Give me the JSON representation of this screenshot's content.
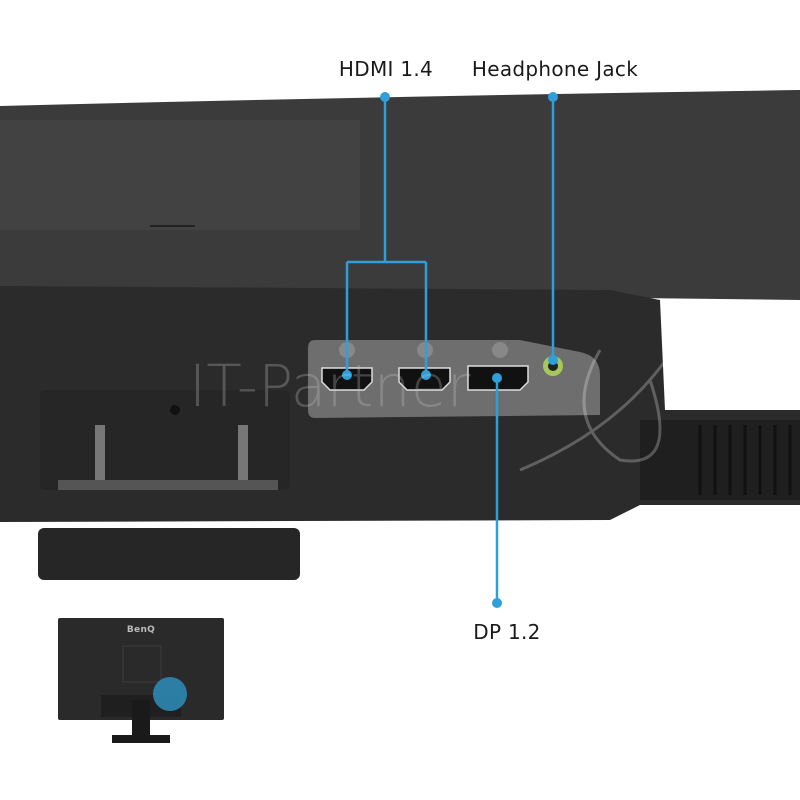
{
  "callouts": {
    "hdmi": "HDMI 1.4",
    "headphone": "Headphone Jack",
    "dp": "DP 1.2"
  },
  "watermark": "IT-Partner",
  "thumbnail_logo": "BenQ",
  "colors": {
    "accent": "#2e9fd8",
    "body": "#333333",
    "port_panel": "#6e6e6e",
    "headphone_ring": "#a6c85a"
  }
}
